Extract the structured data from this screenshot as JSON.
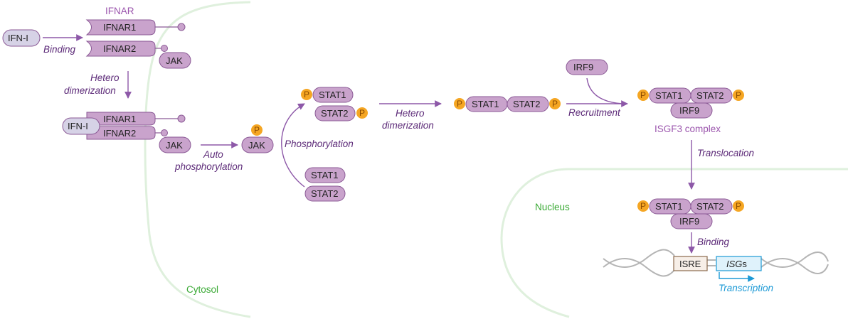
{
  "colors": {
    "pill_fill": "#c9a3cc",
    "pill_stroke": "#8b5a96",
    "ifn_fill": "#d6d2e6",
    "arrow": "#8d58a8",
    "membrane": "#dff0dd",
    "phos_fill": "#f5a623",
    "isre_stroke": "#8c6a4e",
    "isg_stroke": "#1d9ad6",
    "isg_fill": "#dff2fb",
    "dna": "#b4b4b4"
  },
  "labels": {
    "ifnar_title": "IFNAR",
    "ifn_i": "IFN-I",
    "ifnar1": "IFNAR1",
    "ifnar2": "IFNAR2",
    "jak": "JAK",
    "binding": "Binding",
    "hetero": "Hetero",
    "dimerization": "dimerization",
    "auto": "Auto",
    "phosphorylation_line": "phosphorylation",
    "phosphorylation": "Phosphorylation",
    "stat1": "STAT1",
    "stat2": "STAT2",
    "p": "P",
    "irf9": "IRF9",
    "recruitment": "Recruitment",
    "isgf3": "ISGF3 complex",
    "translocation": "Translocation",
    "nucleus": "Nucleus",
    "cytosol": "Cytosol",
    "binding2": "Binding",
    "isre": "ISRE",
    "isg": "ISG",
    "isg_s": "s",
    "transcription": "Transcription"
  }
}
